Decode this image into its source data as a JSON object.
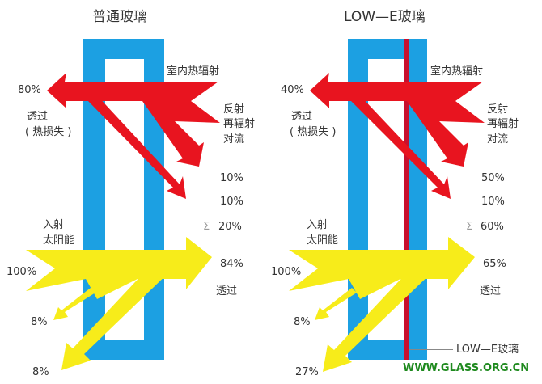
{
  "colors": {
    "glass_blue": "#1ca0e2",
    "heat_red": "#e8141f",
    "solar_yellow": "#f7ec1a",
    "lowe_stripe": "#c8102e",
    "watermark_green": "#1f8a1f"
  },
  "left_panel": {
    "title": "普通玻璃",
    "indoor_radiation_label": "室内热辐射",
    "heat_transmitted_pct": "80%",
    "heat_transmitted_label_line1": "透过",
    "heat_transmitted_label_line2": "( 热损失 )",
    "reflect_label_line1": "反射",
    "reflect_label_line2": "再辐射",
    "reflect_label_line3": "对流",
    "reflect_pct": "10%",
    "reradiate_pct": "10%",
    "sum_symbol": "Σ",
    "sum_pct": "20%",
    "solar_label_line1": "入射",
    "solar_label_line2": "太阳能",
    "solar_incident_pct": "100%",
    "solar_transmitted_pct": "84%",
    "solar_transmitted_label": "透过",
    "solar_reflect_small_pct": "8%",
    "solar_reflect_large_pct": "8%"
  },
  "right_panel": {
    "title": "LOW—E玻璃",
    "indoor_radiation_label": "室内热辐射",
    "heat_transmitted_pct": "40%",
    "heat_transmitted_label_line1": "透过",
    "heat_transmitted_label_line2": "( 热损失 )",
    "reflect_label_line1": "反射",
    "reflect_label_line2": "再辐射",
    "reflect_label_line3": "对流",
    "reflect_pct": "50%",
    "reradiate_pct": "10%",
    "sum_symbol": "Σ",
    "sum_pct": "60%",
    "solar_label_line1": "入射",
    "solar_label_line2": "太阳能",
    "solar_incident_pct": "100%",
    "solar_transmitted_pct": "65%",
    "solar_transmitted_label": "透过",
    "solar_reflect_small_pct": "8%",
    "solar_reflect_large_pct": "27%",
    "lowe_callout": "LOW—E玻璃"
  },
  "watermark": "WWW.GLASS.ORG.CN"
}
